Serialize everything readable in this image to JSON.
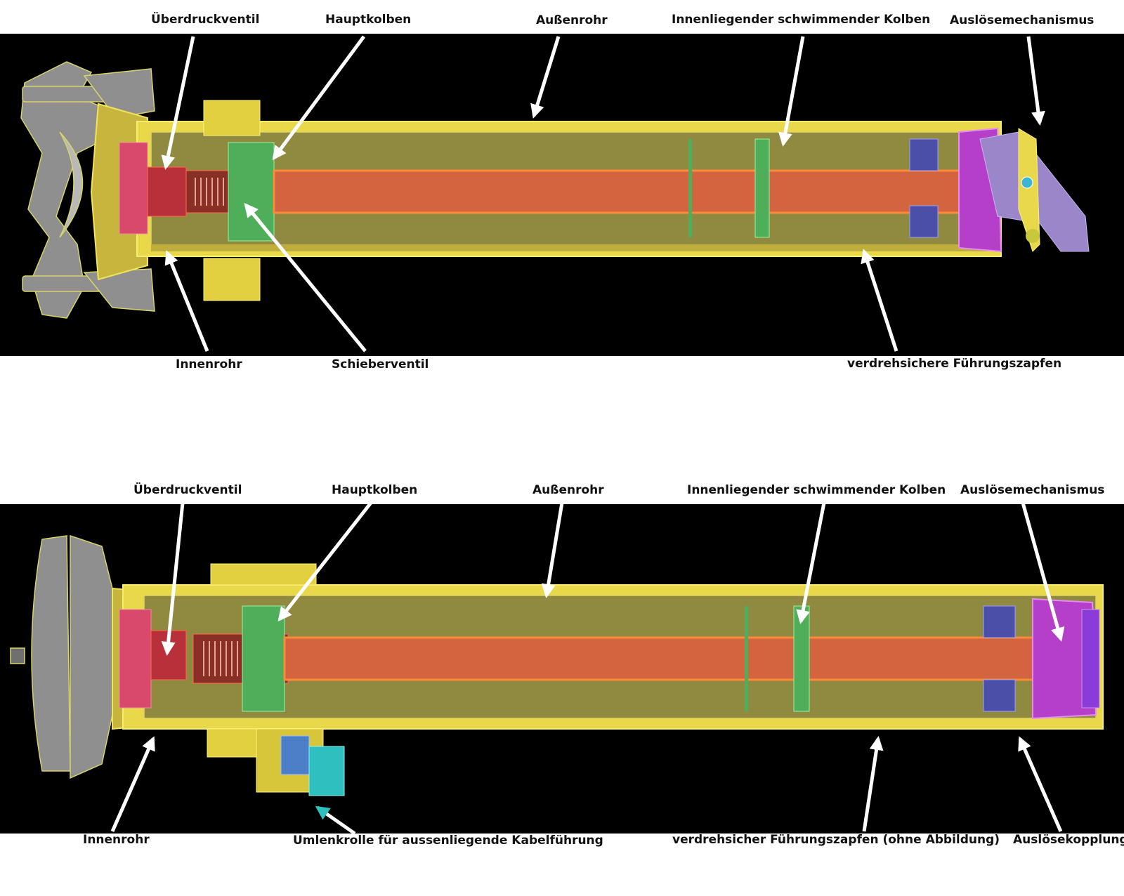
{
  "colors": {
    "background": "#000000",
    "outer_tube": "#e9d94a",
    "inner_tube": "#8f8a3f",
    "rod": "#d2643f",
    "seal": "#4fae5a",
    "overpressure": "#d9496b",
    "trigger": "#b53fc8",
    "bushing": "#4b4fa8",
    "clamp": "#8f8f8f",
    "arrow": "#ffffff"
  },
  "top_diagram": {
    "label_overpressure": "Überdruckventil",
    "label_main_piston": "Hauptkolben",
    "label_outer_tube": "Außenrohr",
    "label_floating_piston": "Innenliegender schwimmender Kolben",
    "label_trigger": "Auslösemechanismus",
    "label_inner_tube": "Innenrohr",
    "label_slide_valve": "Schieberventil",
    "label_guide_pins": "verdrehsichere Führungszapfen"
  },
  "bottom_diagram": {
    "label_overpressure": "Überdruckventil",
    "label_main_piston": "Hauptkolben",
    "label_outer_tube": "Außenrohr",
    "label_floating_piston": "Innenliegender schwimmender Kolben",
    "label_trigger": "Auslösemechanismus",
    "label_inner_tube": "Innenrohr",
    "label_pulley": "Umlenkrolle für aussenliegende Kabelführung",
    "label_guide_pins": "verdrehsicher Führungszapfen (ohne Abbildung)",
    "label_trigger_coupling": "Auslösekopplung"
  }
}
